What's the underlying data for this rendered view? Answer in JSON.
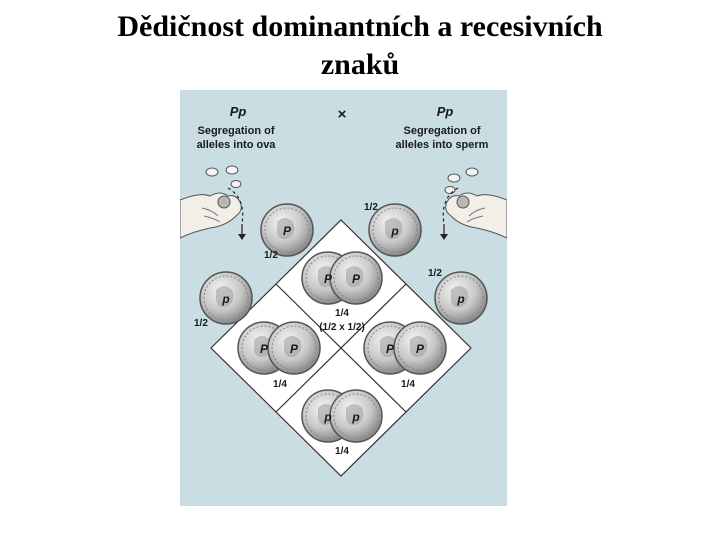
{
  "slide": {
    "title_line1": "Dědičnost dominantních a  recesivních",
    "title_line2": "znaků"
  },
  "figure": {
    "background_color": "#c9dde3",
    "cross_symbol": "×",
    "left_parent": {
      "genotype": "Pp",
      "caption_line1": "Segregation of",
      "caption_line2": "alleles into ova",
      "icon": "hand-holding-coin-icon"
    },
    "right_parent": {
      "genotype": "Pp",
      "caption_line1": "Segregation of",
      "caption_line2": "alleles into sperm",
      "icon": "hand-holding-coin-icon"
    },
    "gamete_labels": {
      "top_left_allele": "P",
      "top_right_allele": "p",
      "left_allele": "p",
      "right_allele": "p",
      "prob_top_left": "1/2",
      "prob_left": "1/2",
      "prob_top_right": "1/2",
      "prob_right": "1/2"
    },
    "offspring": {
      "top": {
        "alleles": [
          "P",
          "P"
        ],
        "probability": "1/4",
        "note": "(1/2 x 1/2)"
      },
      "left": {
        "alleles": [
          "P",
          "P"
        ],
        "probability": "1/4"
      },
      "right": {
        "alleles": [
          "P",
          "P"
        ],
        "probability": "1/4"
      },
      "bottom": {
        "alleles": [
          "p",
          "p"
        ],
        "probability": "1/4"
      }
    }
  }
}
